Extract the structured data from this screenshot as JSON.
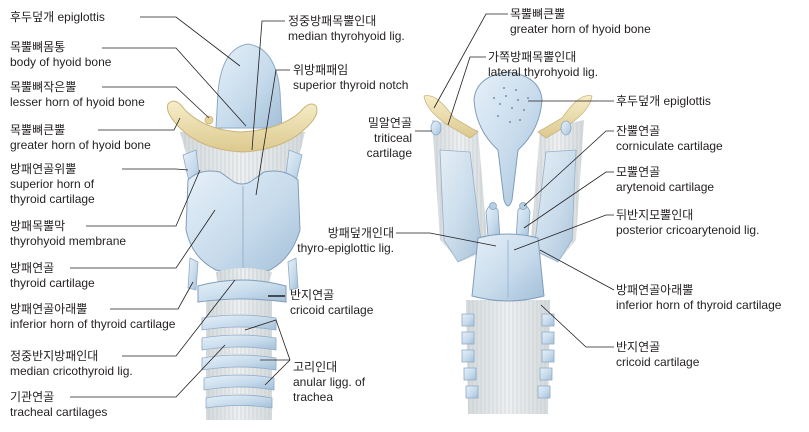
{
  "colors": {
    "cartilage": "#cfe0ef",
    "cartilage_dark": "#9fb9d3",
    "bone": "#efe2b4",
    "bone_edge": "#c9b47c",
    "membrane": "#dfe4e6",
    "leader": "#231f20"
  },
  "labels": {
    "epiglottis_l": {
      "ko": "후두덮개 epiglottis"
    },
    "hyoid_body": {
      "ko": "목뿔뼈몸통",
      "en": "body of hyoid bone"
    },
    "lesser_horn": {
      "ko": "목뿔뼈작은뿔",
      "en": "lesser horn of hyoid bone"
    },
    "greater_horn_l": {
      "ko": "목뿔뼈큰뿔",
      "en": "greater horn of hyoid bone"
    },
    "sup_horn": {
      "ko": "방패연골위뿔",
      "en1": "superior horn of",
      "en2": "thyroid cartilage"
    },
    "thyrohyoid_mem": {
      "ko": "방패목뿔막",
      "en": "thyrohyoid membrane"
    },
    "thyroid_cart": {
      "ko": "방패연골",
      "en": "thyroid cartilage"
    },
    "inf_horn_l": {
      "ko": "방패연골아래뿔",
      "en": "inferior horn of thyroid cartilage"
    },
    "median_cricothyroid": {
      "ko": "정중반지방패인대",
      "en": "median cricothyroid lig."
    },
    "tracheal": {
      "ko": "기관연골",
      "en": "tracheal cartilages"
    },
    "median_thyrohyoid": {
      "ko": "정중방패목뿔인대",
      "en": "median thyrohyoid lig."
    },
    "sup_notch": {
      "ko": "위방패패임",
      "en": "superior thyroid notch"
    },
    "cricoid_l": {
      "ko": "반지연골",
      "en": "cricoid cartilage"
    },
    "anular": {
      "ko": "고리인대",
      "en1": "anular ligg. of",
      "en2": "trachea"
    },
    "greater_horn_r": {
      "ko": "목뿔뼈큰뿔",
      "en": "greater horn of hyoid bone"
    },
    "lat_thyrohyoid": {
      "ko": "가쪽방패목뿔인대",
      "en": "lateral thyrohyoid lig."
    },
    "triticeal": {
      "ko": "밀알연골",
      "en1": "triticeal",
      "en2": "cartilage"
    },
    "epiglottis_r": {
      "ko": "후두덮개 epiglottis"
    },
    "corniculate": {
      "ko": "잔뿔연골",
      "en": "corniculate cartilage"
    },
    "arytenoid": {
      "ko": "모뿔연골",
      "en": "arytenoid cartilage"
    },
    "post_cricoarytenoid": {
      "ko": "뒤반지모뿔인대",
      "en": "posterior cricoarytenoid lig."
    },
    "thyro_epiglottic": {
      "ko": "방패덮개인대",
      "en": "thyro-epiglottic lig."
    },
    "inf_horn_r": {
      "ko": "방패연골아래뿔",
      "en": "inferior horn of thyroid cartilage"
    },
    "cricoid_r": {
      "ko": "반지연골",
      "en": "cricoid cartilage"
    }
  }
}
